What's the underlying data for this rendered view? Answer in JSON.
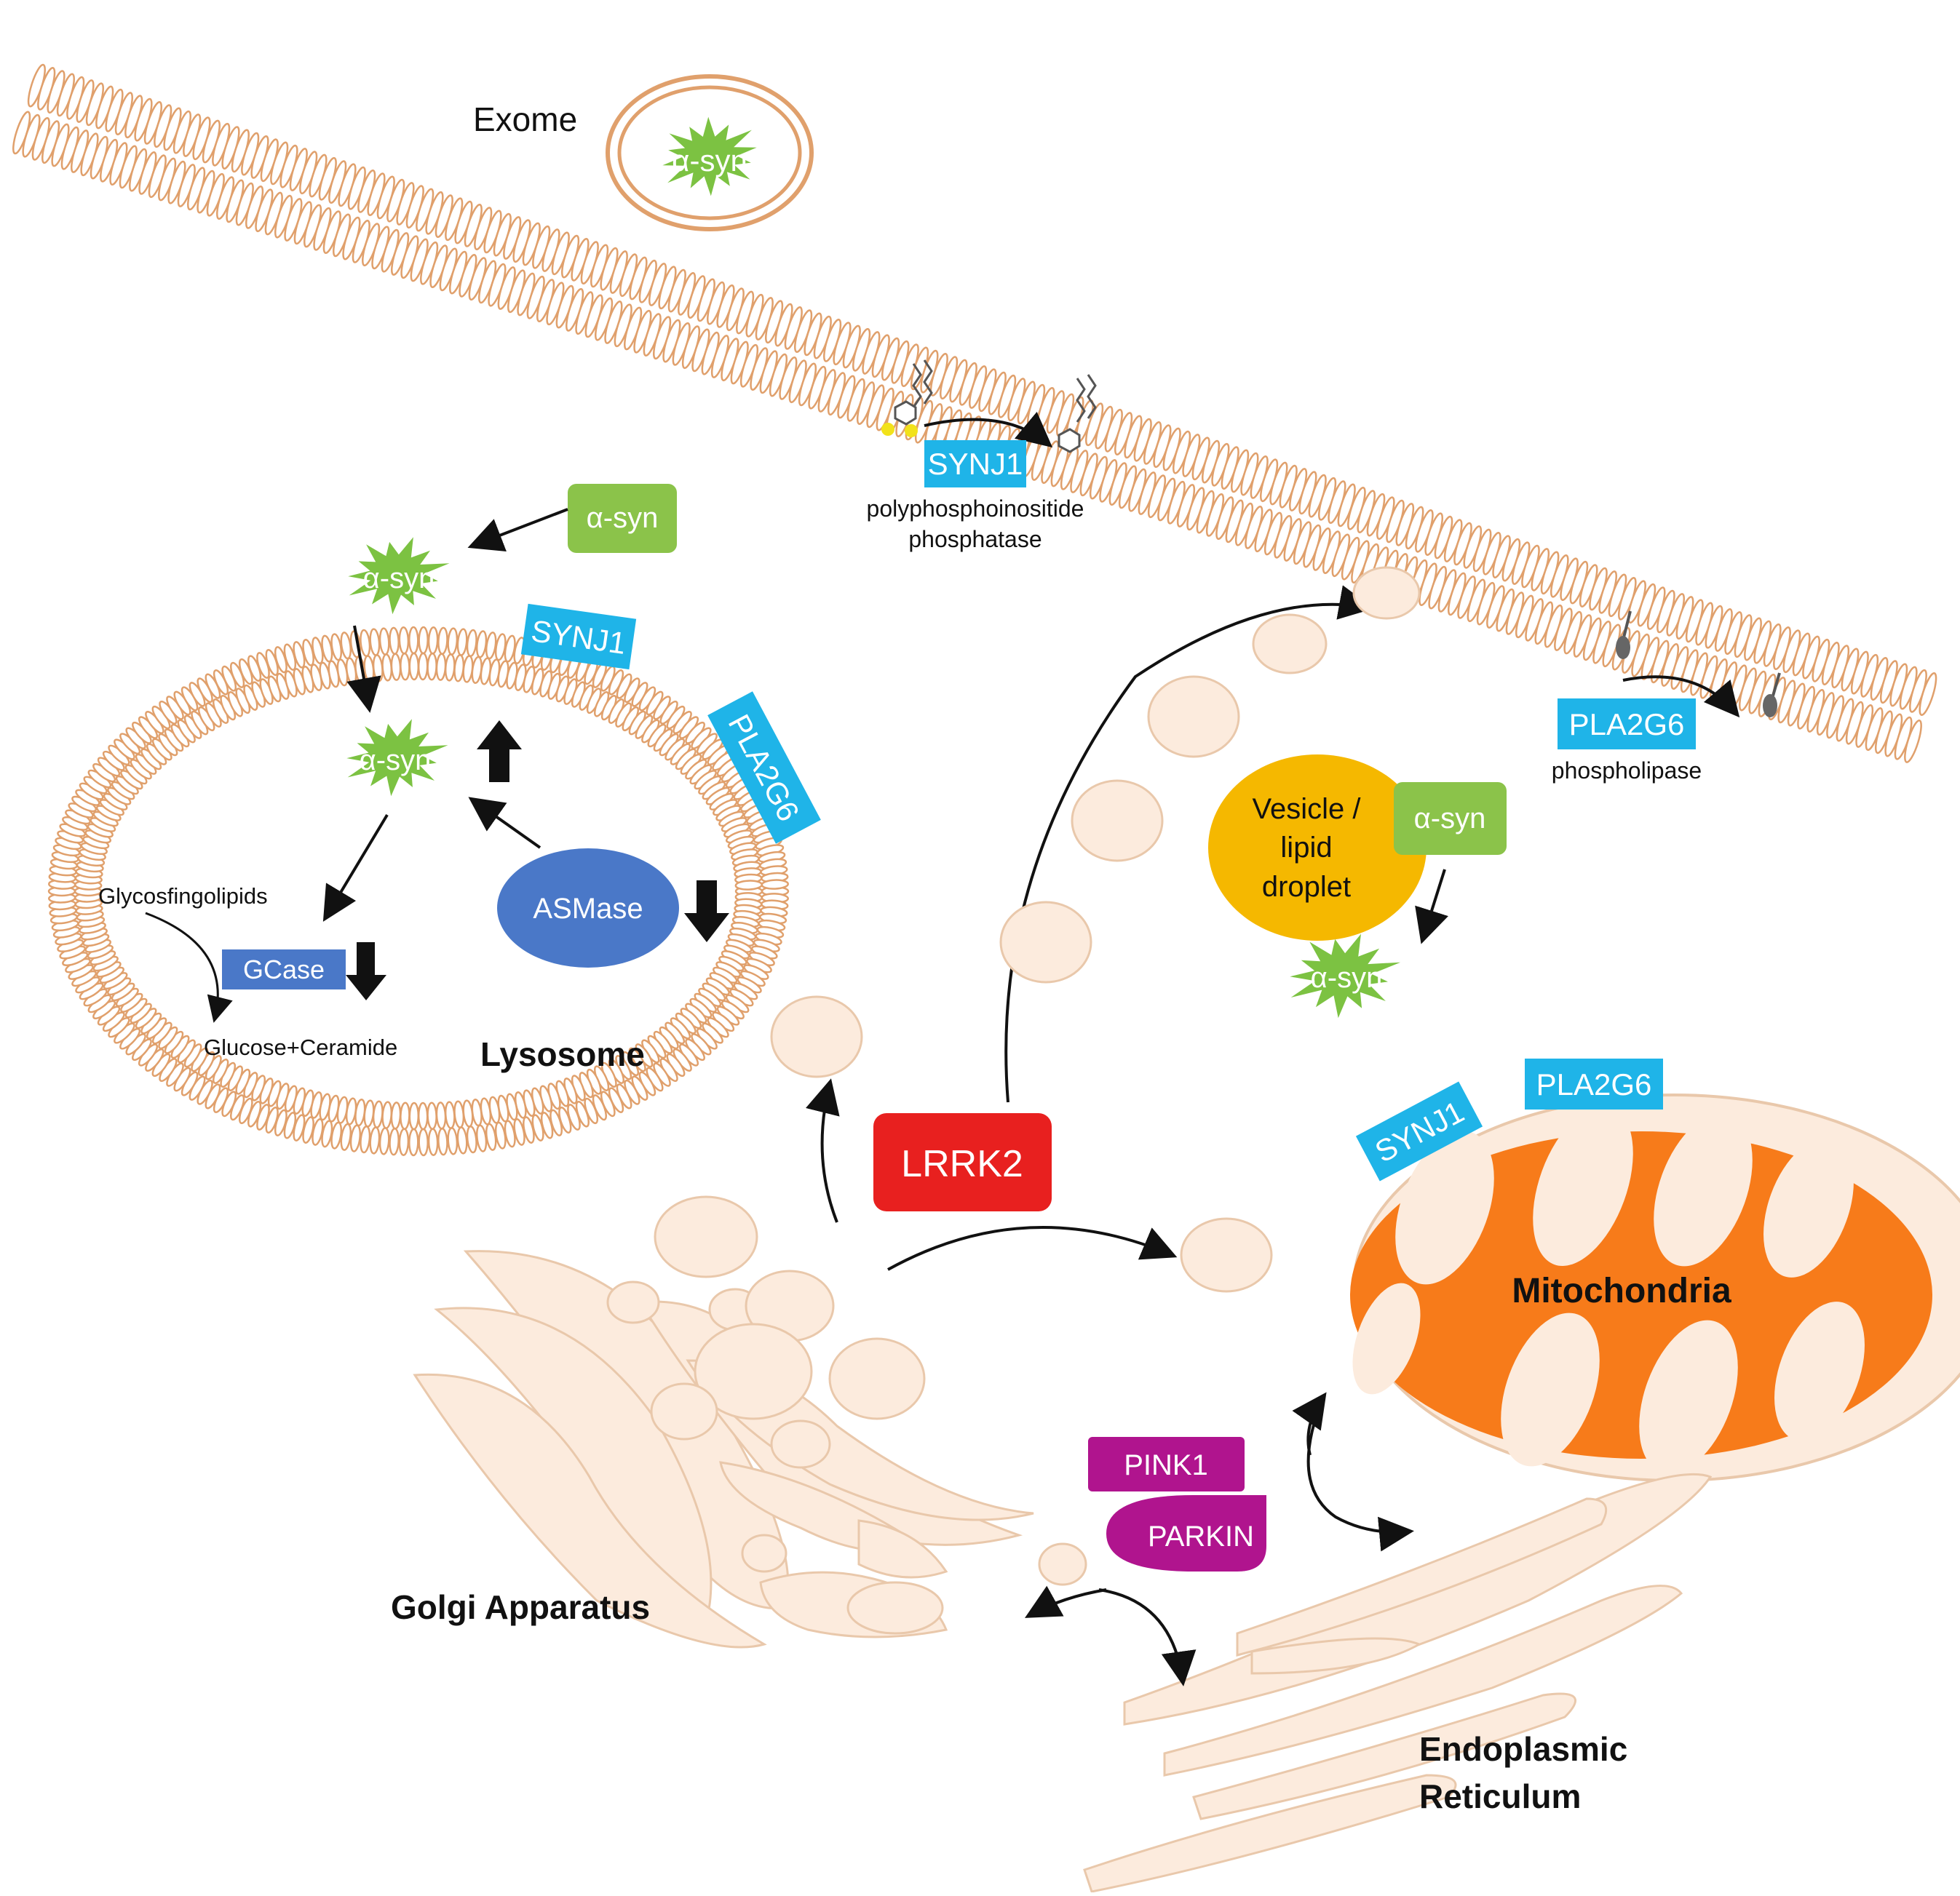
{
  "colors": {
    "membrane": "#e0a06c",
    "membrane_fill": "#fdf0e4",
    "organelle_fill": "#fcebdd",
    "organelle_stroke": "#e9c8ab",
    "asyn_green": "#8bc34a",
    "asyn_star": "#7cc242",
    "cyan_label": "#1fb4e8",
    "blue_enzyme": "#4a78c8",
    "lrrk2_red": "#e8201f",
    "mito_orange": "#f77b1a",
    "magenta": "#b0148e",
    "vesicle_yellow": "#f5b800",
    "black": "#111111"
  },
  "labels": {
    "exome": "Exome",
    "asyn": "α-syn",
    "synj1": "SYNJ1",
    "pla2g6": "PLA2G6",
    "polyphospho_line1": "polyphosphoinositide",
    "polyphospho_line2": "phosphatase",
    "phospholipase": "phospholipase",
    "glycosfingolipids": "Glycosfingolipids",
    "gcase": "GCase",
    "glucose_ceramide": "Glucose+Ceramide",
    "asmase": "ASMase",
    "lysosome": "Lysosome",
    "lrrk2": "LRRK2",
    "vesicle_line1": "Vesicle /",
    "vesicle_line2": "lipid",
    "vesicle_line3": "droplet",
    "mitochondria": "Mitochondria",
    "pink1": "PINK1",
    "parkin": "PARKIN",
    "golgi": "Golgi Apparatus",
    "er_line1": "Endoplasmic",
    "er_line2": "Reticulum"
  },
  "icons": {
    "up_arrow": "up-arrow-icon",
    "down_arrow": "down-arrow-icon",
    "asyn_aggregate": "spiky-star-icon"
  }
}
